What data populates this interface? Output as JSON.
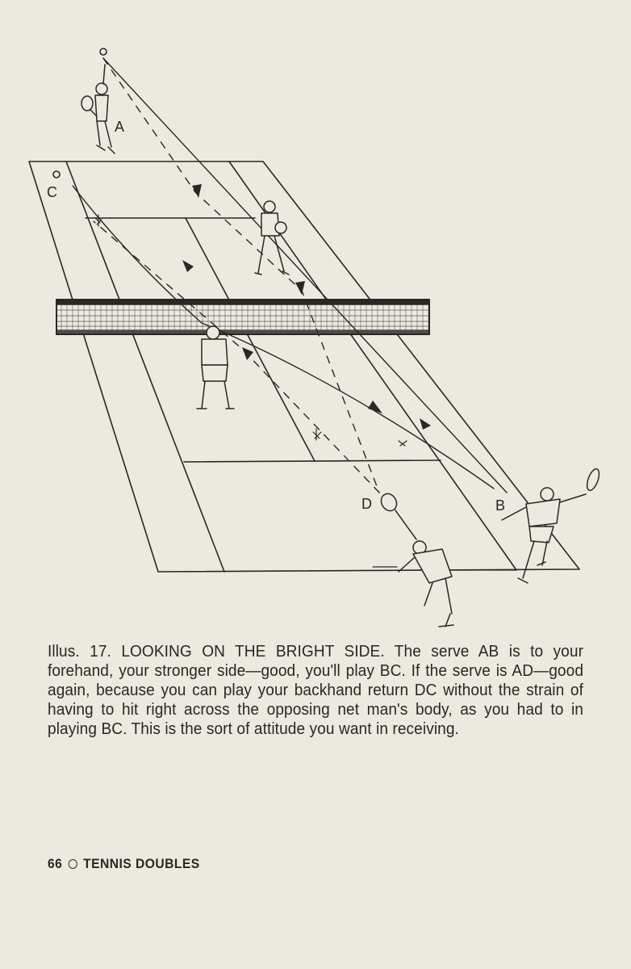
{
  "illustration": {
    "labels": {
      "a": "A",
      "b": "B",
      "c": "C",
      "d": "D"
    }
  },
  "caption": {
    "text": "Illus. 17. LOOKING ON THE BRIGHT SIDE. The serve AB is to your forehand, your stronger side—good, you'll play BC. If the serve is AD—good again, because you can play your backhand return DC without the strain of having to hit right across the opposing net man's body, as you had to in playing BC. This is the sort of attitude you want in receiving."
  },
  "footer": {
    "page_number": "66",
    "running_title": "TENNIS DOUBLES"
  }
}
